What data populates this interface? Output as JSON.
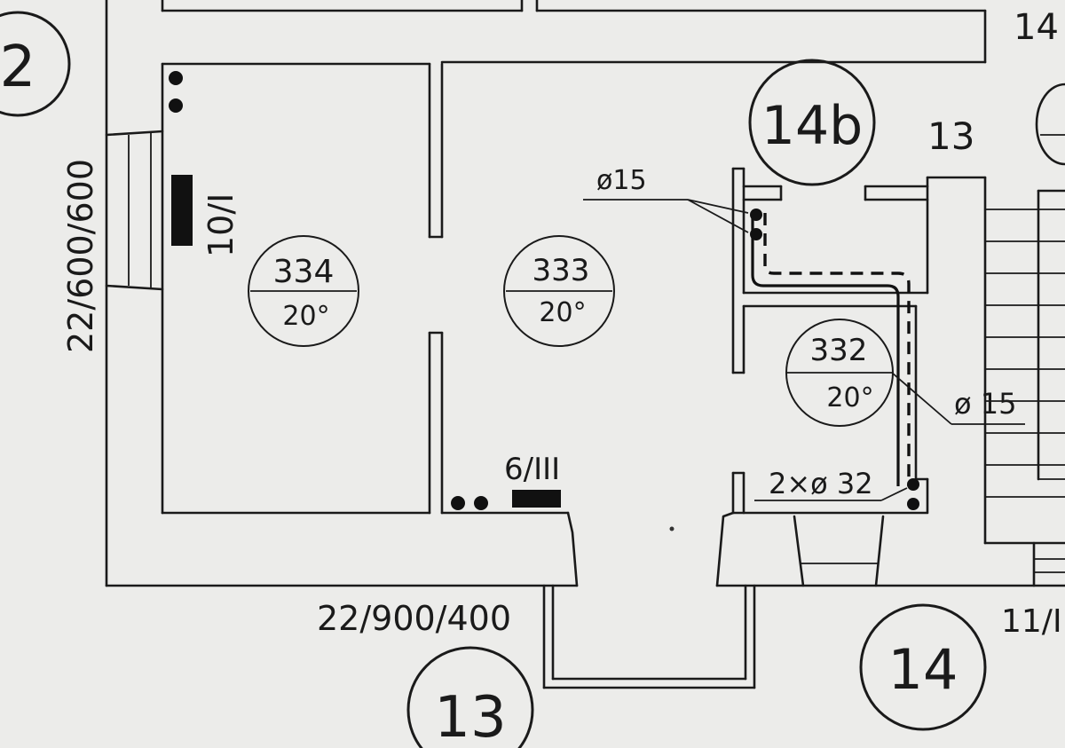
{
  "grid_markers": [
    {
      "label": "2"
    },
    {
      "label": "14b"
    },
    {
      "label": "14"
    },
    {
      "label": "13"
    }
  ],
  "edge_labels": {
    "top_right_14": "14",
    "right_13": "13",
    "bottom_right_11": "11/I"
  },
  "rooms": [
    {
      "number": "334",
      "temperature": "20°"
    },
    {
      "number": "333",
      "temperature": "20°"
    },
    {
      "number": "332",
      "temperature": "20°"
    }
  ],
  "wall_dimensions": {
    "left_window": "22/600/600",
    "bottom_window": "22/900/400"
  },
  "radiators": {
    "left": "10/I",
    "bottom": "6/III"
  },
  "pipe_labels": {
    "pipe_upper": "ø15",
    "pipe_right": "ø 15",
    "pipe_double": "2×ø 32"
  }
}
